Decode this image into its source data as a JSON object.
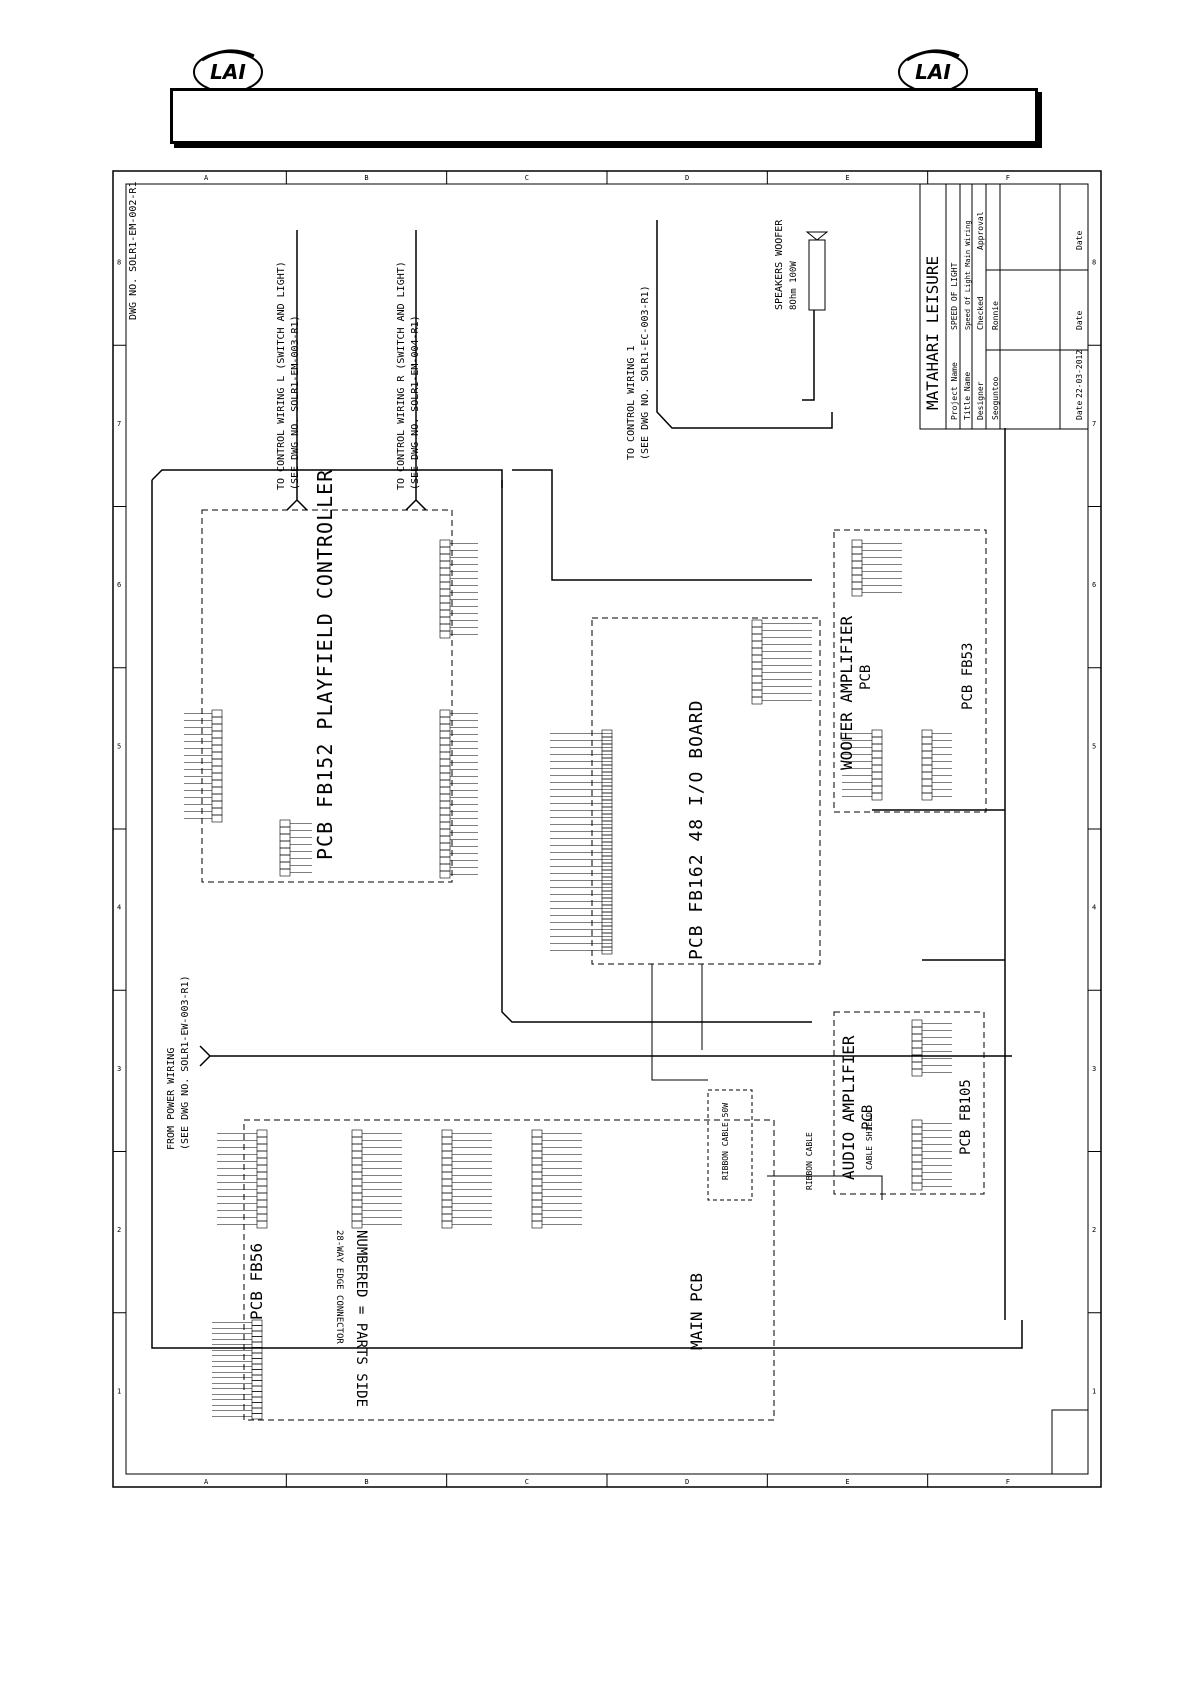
{
  "header": {
    "logo_text": "LAI"
  },
  "sheet": {
    "dwg_no_top": "DWG NO. SOLR1-EM-002-R1",
    "control_l": "TO CONTROL WIRING L (SWITCH AND LIGHT)",
    "control_l_ref": "(SEE DWG NO. SOLR1-EM-003-R1)",
    "control_r": "TO CONTROL WIRING R (SWITCH AND LIGHT)",
    "control_r_ref": "(SEE DWG NO. SOLR1-EM-004-R1)",
    "control_1": "TO CONTROL WIRING 1",
    "control_1_ref": "(SEE DWG NO. SOLR1-EC-003-R1)",
    "speakers": "SPEAKERS WOOFER",
    "speakers_spec": "8Ohm 100W",
    "power_wiring": "FROM POWER WIRING",
    "power_ref": "(SEE DWG NO. SOLR1-EW-003-R1)",
    "playfield": "PCB FB152 PLAYFIELD CONTROLLER",
    "io_board": "PCB FB162 48 I/O BOARD",
    "woofer_amp": "WOOFER AMPLIFIER",
    "woofer_pcb": "PCB",
    "woofer_id": "PCB FB53",
    "audio_amp": "AUDIO AMPLIFIER",
    "audio_pcb": "PCB",
    "audio_id": "PCB FB105",
    "main_pcb": "MAIN PCB",
    "pcb_fb56": "PCB FB56",
    "numbered": "NUMBERED = PARTS SIDE",
    "edge_connector": "28-WAY EDGE CONNECTOR",
    "ribbon_cable": "RIBBON CABLE",
    "ribbon_cable_2": "RIBBON CABLE 50W",
    "cable_shield": "CABLE SHIELD"
  },
  "title_block": {
    "company": "MATAHARI LEISURE",
    "project_name_label": "Project Name",
    "project_name": "SPEED OF LIGHT",
    "title_name_label": "Title Name",
    "title_name": "Speed Of Light Main Wiring",
    "designer_label": "Designer",
    "checked_label": "Checked",
    "approval_label": "Approval",
    "designer": "Seoguntoo",
    "checked": "Ronnie",
    "date_label": "Date",
    "date": "22-03-2012"
  },
  "border": {
    "cols": [
      "A",
      "B",
      "C",
      "D",
      "E",
      "F"
    ],
    "rows": [
      "1",
      "2",
      "3",
      "4",
      "5",
      "6",
      "7",
      "8"
    ]
  },
  "colors": {
    "ink": "#000000",
    "paper": "#ffffff"
  }
}
